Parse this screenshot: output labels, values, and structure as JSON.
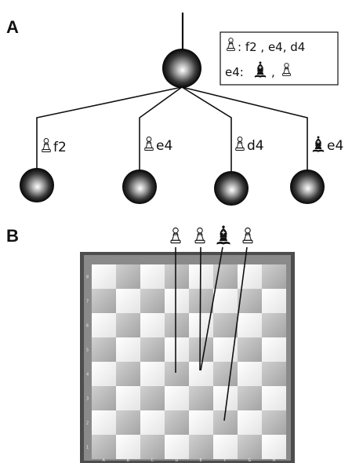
{
  "panels": {
    "a_label": "A",
    "b_label": "B"
  },
  "tree": {
    "legend": {
      "line1": {
        "piece": "white-pawn",
        "text": ": f2 , e4, d4"
      },
      "line2": {
        "prefix": "e4:",
        "pieces": [
          "black-bishop",
          "white-pawn"
        ],
        "separator": ","
      }
    },
    "branches": [
      {
        "piece": "white-pawn",
        "label": "f2"
      },
      {
        "piece": "white-pawn",
        "label": "e4"
      },
      {
        "piece": "white-pawn",
        "label": "d4"
      },
      {
        "piece": "black-bishop",
        "label": "e4"
      }
    ]
  },
  "board": {
    "files": [
      "A",
      "B",
      "C",
      "D",
      "E",
      "F",
      "G",
      "H"
    ],
    "ranks": [
      "8",
      "7",
      "6",
      "5",
      "4",
      "3",
      "2",
      "1"
    ],
    "top_pieces": [
      "white-pawn",
      "white-pawn",
      "black-bishop",
      "white-pawn"
    ],
    "colors": {
      "light": "#f4f4f4",
      "dark": "#b9b9b9",
      "frame": "#4a4a4a"
    }
  }
}
